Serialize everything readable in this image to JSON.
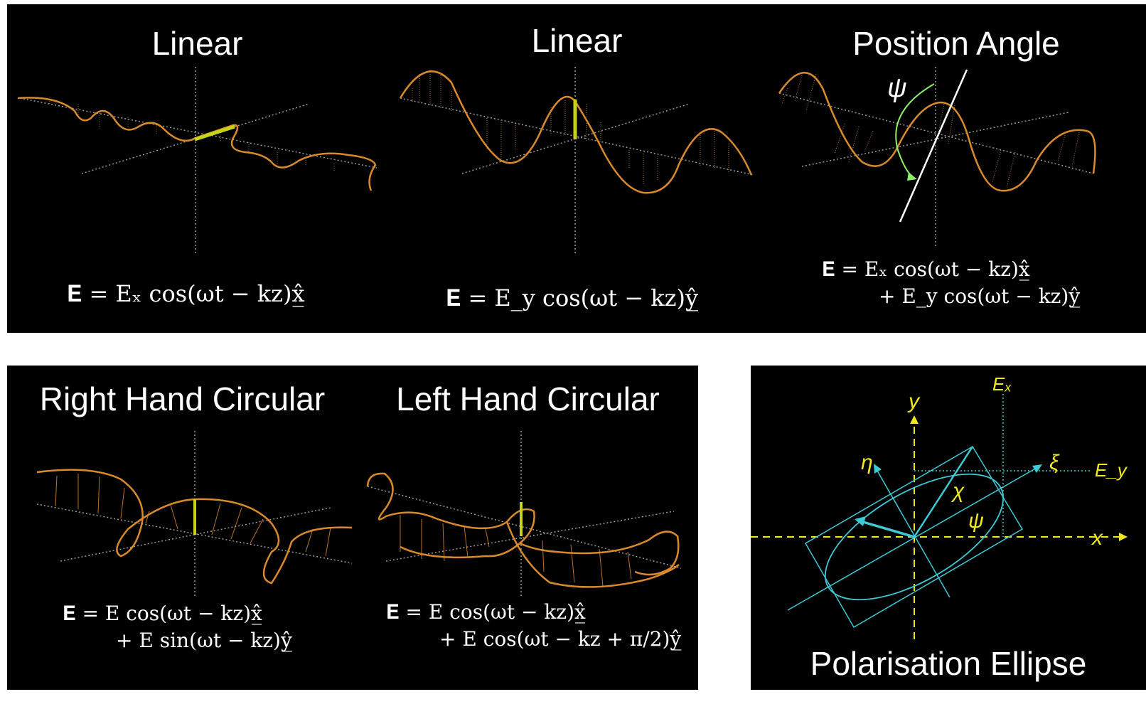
{
  "panels": {
    "linear_x": {
      "title": "Linear",
      "equation": "𝐄 = Eₓ cos(ωt − kz)x̲̂"
    },
    "linear_y": {
      "title": "Linear",
      "equation": "𝐄 = E_y cos(ωt − kz)ŷ̲"
    },
    "position_angle": {
      "title": "Position Angle",
      "angle_label": "ψ",
      "equation_line1": "𝐄 = Eₓ cos(ωt − kz)x̲̂",
      "equation_line2": "+ E_y cos(ωt − kz)ŷ̲"
    },
    "right_circular": {
      "title": "Right Hand Circular",
      "equation_line1": "𝐄 = E cos(ωt − kz)x̲̂",
      "equation_line2": "+ E sin(ωt − kz)ŷ̲"
    },
    "left_circular": {
      "title": "Left Hand Circular",
      "equation_line1": "𝐄 = E cos(ωt − kz)x̲̂",
      "equation_line2": "+ E cos(ωt − kz + π/2)ŷ̲"
    },
    "ellipse": {
      "title": "Polarisation Ellipse",
      "labels": {
        "x": "x",
        "y": "y",
        "ex": "Eₓ",
        "ey": "E_y",
        "eta": "η",
        "xi": "ξ",
        "chi": "χ",
        "psi": "ψ"
      }
    }
  },
  "colors": {
    "wave": "#d98a2b",
    "field_vector": "#c8d21a",
    "axis": "#9a9a9a",
    "ellipse": "#3ec9d6",
    "ellipse_labels": "#f0e81c"
  }
}
